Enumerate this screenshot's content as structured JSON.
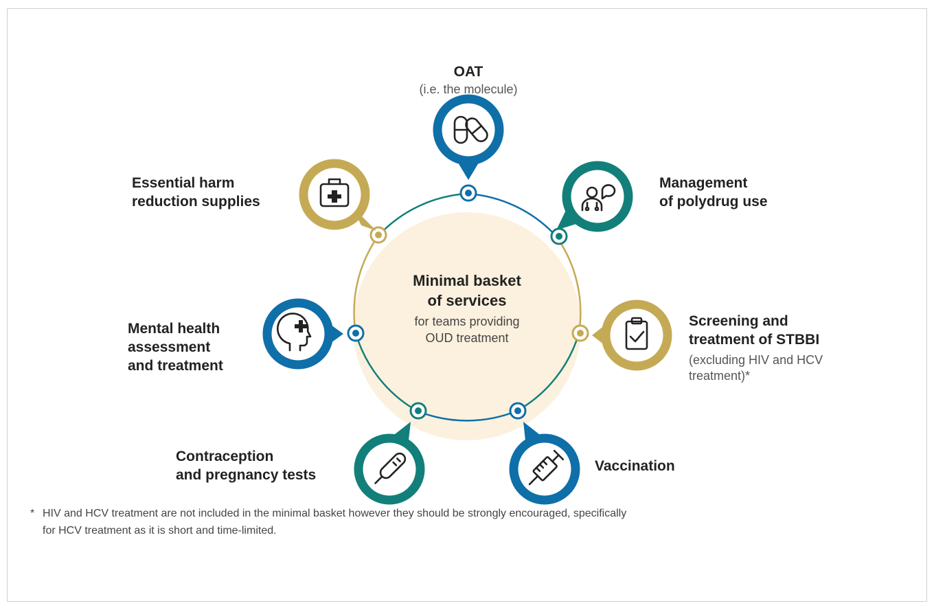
{
  "colors": {
    "blue": "#0f6fa8",
    "teal": "#127f7a",
    "gold": "#c5aa55",
    "center_fill": "#fcf1de"
  },
  "center": {
    "title_line1": "Minimal basket",
    "title_line2": "of services",
    "sub_line1": "for teams providing",
    "sub_line2": "OUD treatment"
  },
  "nodes": [
    {
      "id": "oat",
      "color": "blue",
      "icon": "pills-icon",
      "title": [
        "OAT"
      ],
      "sub": [
        "(i.e. the molecule)"
      ]
    },
    {
      "id": "polydrug",
      "color": "teal",
      "icon": "people-speech-icon",
      "title": [
        "Management",
        "of polydrug use"
      ],
      "sub": []
    },
    {
      "id": "stbbi",
      "color": "gold",
      "icon": "clipboard-check-icon",
      "title": [
        "Screening and",
        "treatment of STBBI"
      ],
      "sub": [
        "(excluding HIV and HCV",
        "treatment)*"
      ]
    },
    {
      "id": "vaccination",
      "color": "blue",
      "icon": "syringe-icon",
      "title": [
        "Vaccination"
      ],
      "sub": []
    },
    {
      "id": "contraception",
      "color": "teal",
      "icon": "thermometer-icon",
      "title": [
        "Contraception",
        "and pregnancy tests"
      ],
      "sub": []
    },
    {
      "id": "mental",
      "color": "blue",
      "icon": "head-medical-icon",
      "title": [
        "Mental health",
        "assessment",
        "and treatment"
      ],
      "sub": []
    },
    {
      "id": "harm",
      "color": "gold",
      "icon": "first-aid-kit-icon",
      "title": [
        "Essential harm",
        "reduction supplies"
      ],
      "sub": []
    }
  ],
  "footnote": {
    "marker": "*",
    "line1": "HIV and HCV treatment are not included in the minimal basket however they should be strongly encouraged, specifically",
    "line2": "for HCV treatment as it is short and time-limited."
  }
}
